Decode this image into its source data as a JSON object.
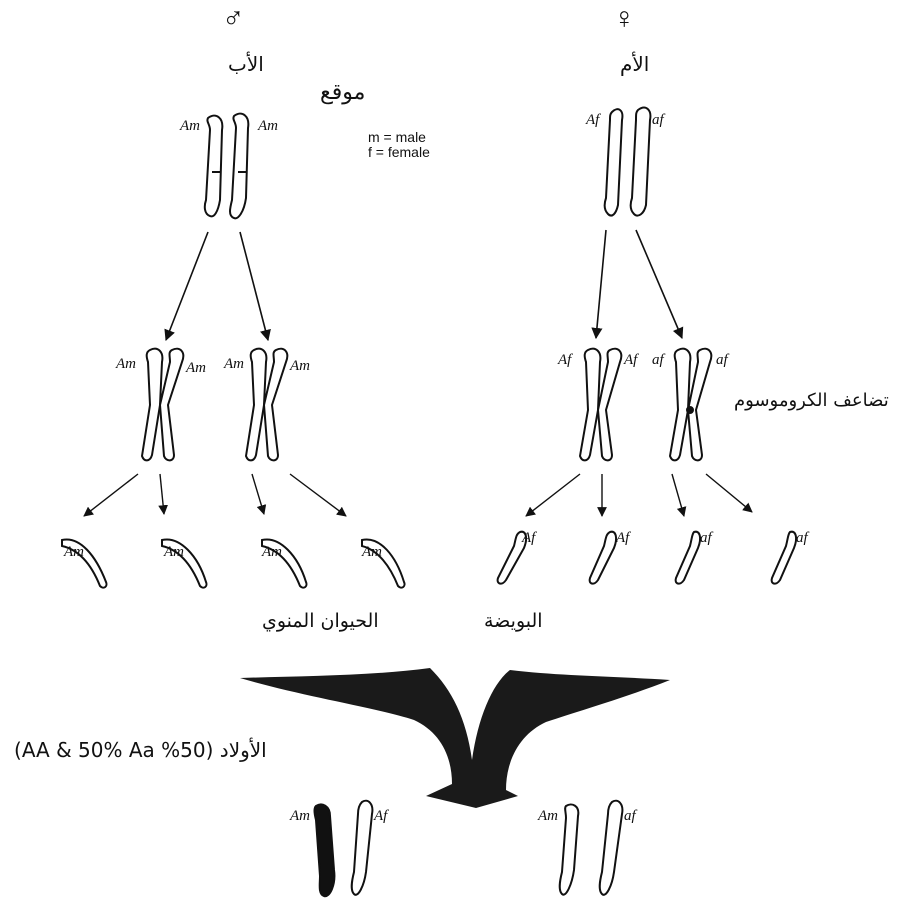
{
  "parents": {
    "father": {
      "symbol": "♂",
      "label": "الأب"
    },
    "mother": {
      "symbol": "♀",
      "label": "الأم"
    }
  },
  "locus_label": "موقع",
  "legend": {
    "m": "m = male",
    "f": "f = female"
  },
  "crossover_label": "تضاعف الكروموسوم",
  "alleles": {
    "Am": "Am",
    "Af": "Af",
    "af": "af",
    "Am_partial": "Am"
  },
  "gametes": {
    "sperm_label": "الحيوان المنوي",
    "egg_label": "البويضة"
  },
  "offspring_label": "الأولاد (50% AA & 50% Aa)"
}
